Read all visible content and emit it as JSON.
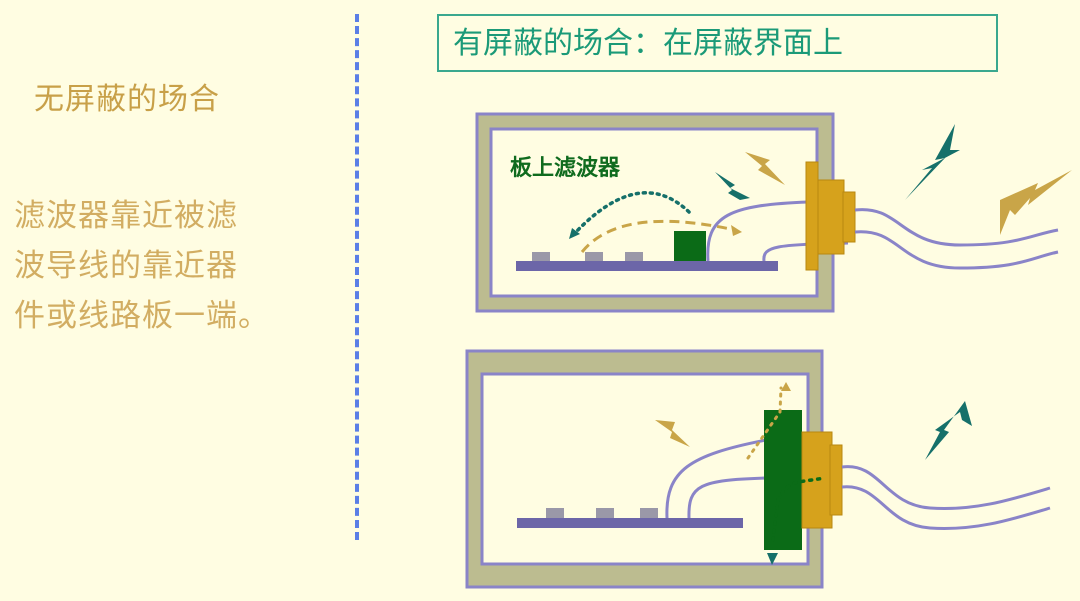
{
  "left": {
    "title": "无屏蔽的场合",
    "description_lines": [
      "滤波器靠近被滤",
      "波导线的靠近器",
      "件或线路板一端。"
    ]
  },
  "right": {
    "title": "有屏蔽的场合：在屏蔽界面上",
    "top_diagram_label": "板上滤波器"
  },
  "colors": {
    "background": "#fffde2",
    "text_gold": "#c8a048",
    "title_teal": "#1b9a78",
    "shield": "#bcbc90",
    "shield_border": "#8a84c8",
    "filter_green": "#0b6b17",
    "connector": "#d6a21c",
    "noise_teal": "#16706a",
    "noise_gold": "#c9a548",
    "divider_blue": "#5b7fe6"
  }
}
